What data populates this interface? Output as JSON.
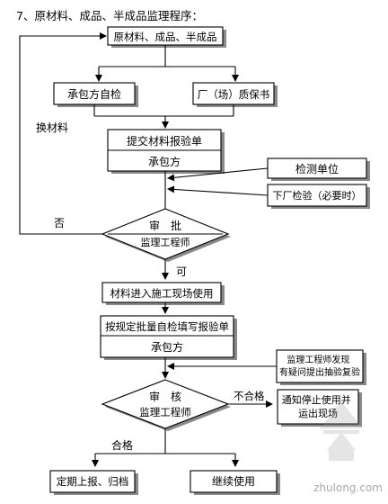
{
  "heading": "7、原材料、成品、半成品监理程序：",
  "nodes": {
    "materials": "原材料、成品、半成品",
    "contractor_inspection": "承包方自检",
    "factory_certificate": "厂（场）质保书",
    "submit_report": "提交材料报验单",
    "submit_report_party": "承包方",
    "testing_unit": "检测单位",
    "factory_inspection": "下厂检验（必要时）",
    "approval_action": "审　批",
    "approval_role": "监理工程师",
    "materials_enter_site": "材料进入施工现场使用",
    "batch_inspection": "按规定批量自检填写报验单",
    "batch_inspection_party": "承包方",
    "engineer_sampling": "监理工程师发现有疑问提出抽验复验",
    "review_action": "审　核",
    "review_role": "监理工程师",
    "stop_use": "通知停止使用并运出现场",
    "report_archive": "定期上报、归档",
    "continue_use": "继续使用"
  },
  "labels": {
    "replace_material": "换材料",
    "no": "否",
    "yes": "可",
    "unqualified": "不合格",
    "qualified": "合格"
  },
  "watermark": "zhulong.com"
}
